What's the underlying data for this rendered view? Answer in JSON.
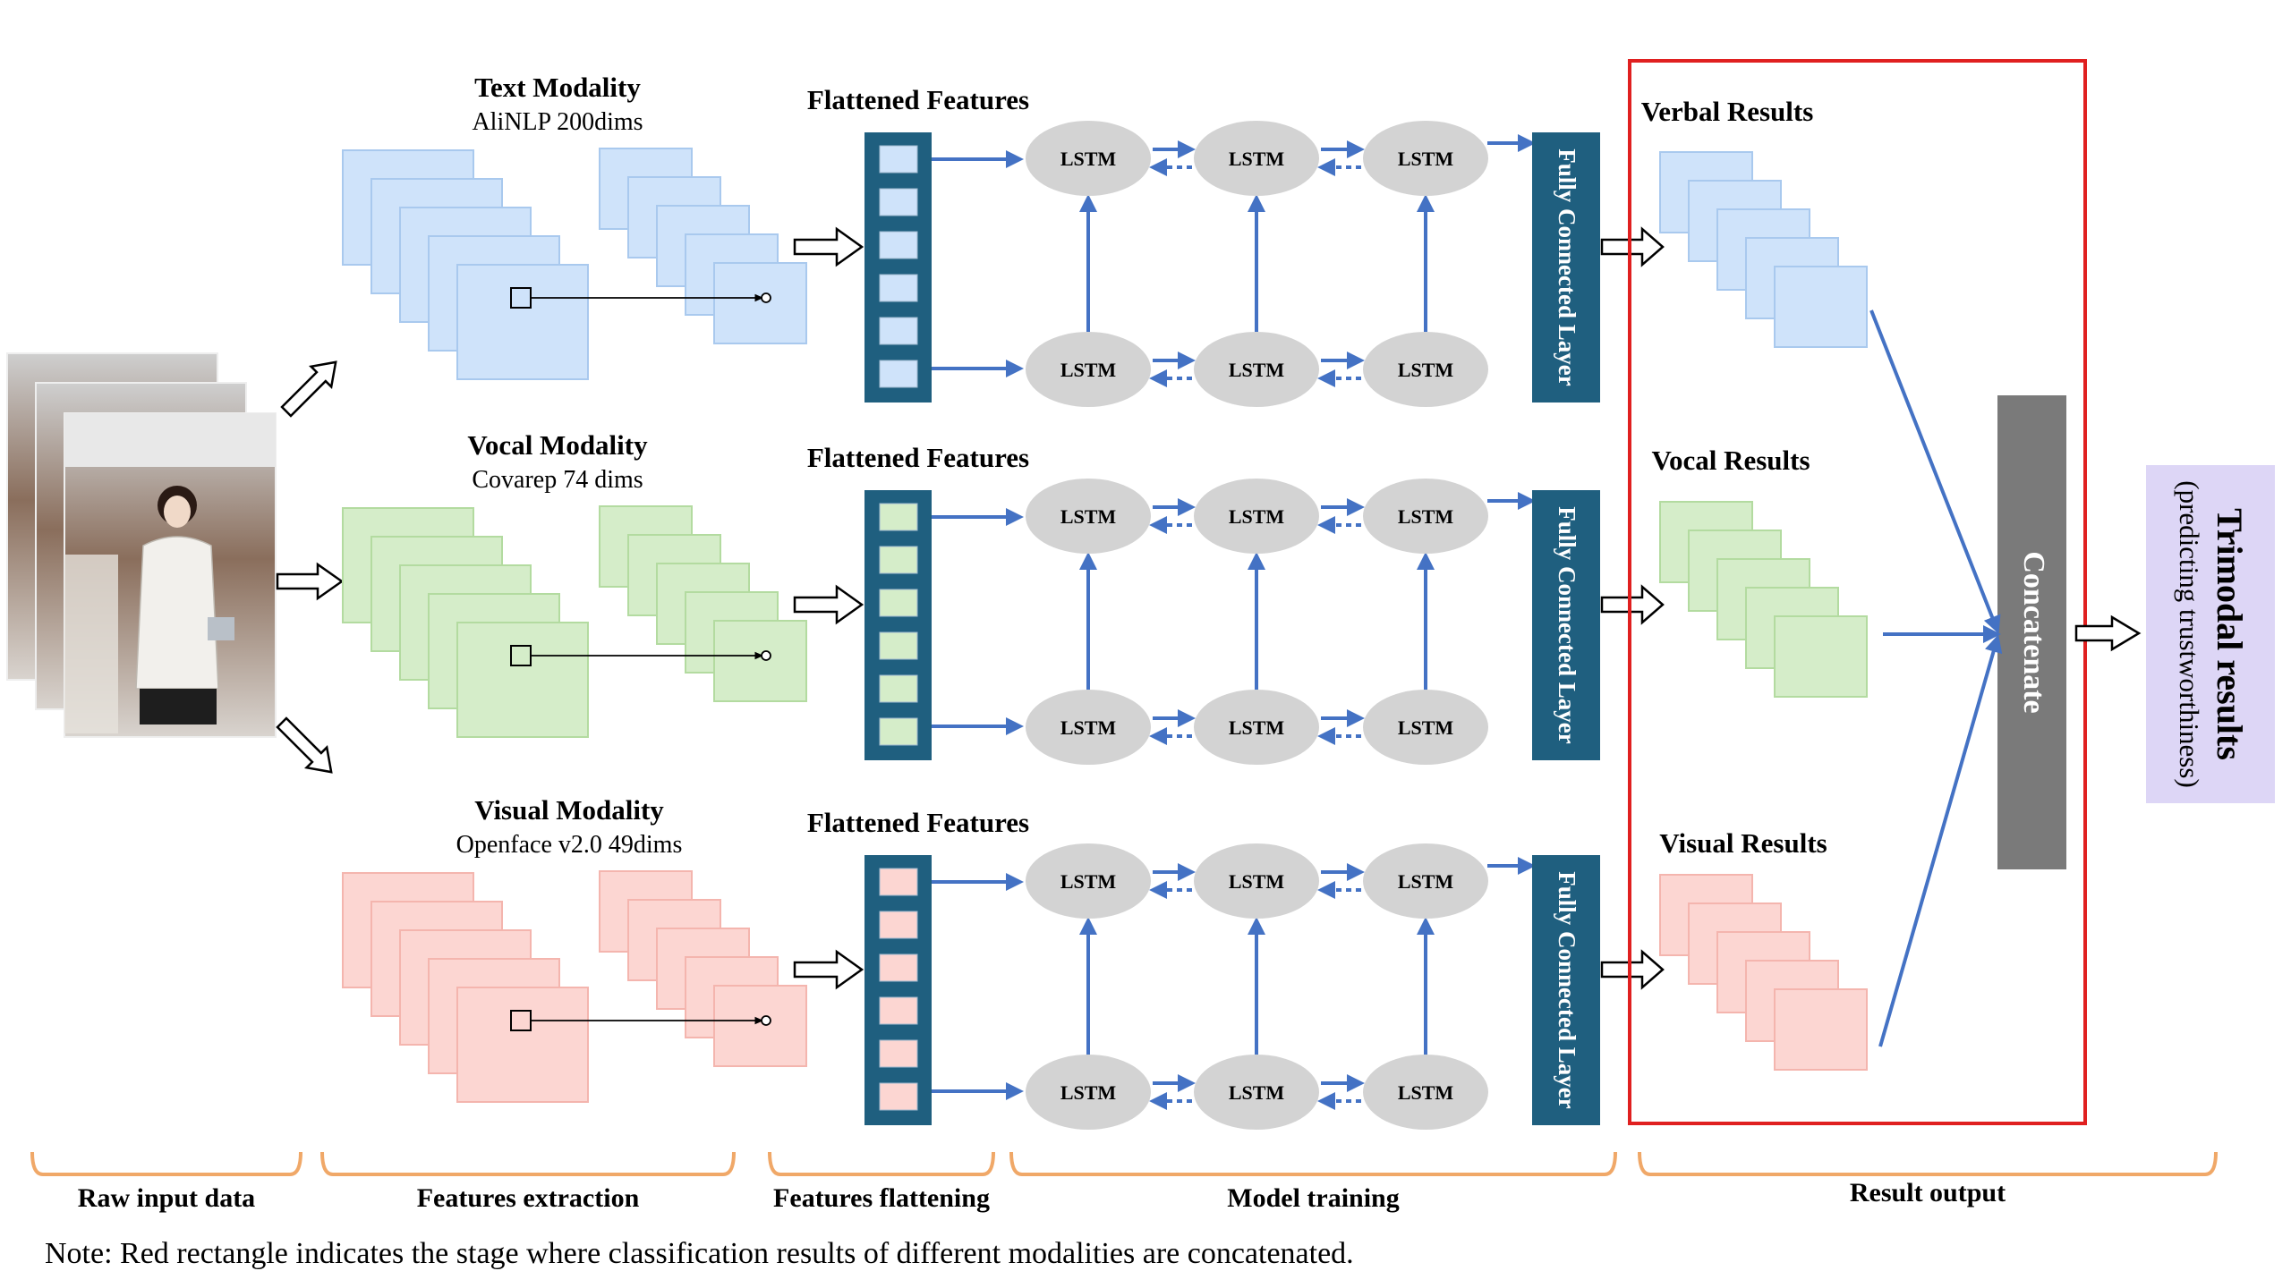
{
  "modalities": [
    {
      "title": "Text Modality",
      "subtitle": "AliNLP 200dims",
      "flattened_title": "Flattened Features",
      "fc_label": "Fully Connected Layer",
      "result_title": "Verbal Results",
      "colors": {
        "fill": "#cfe3fa",
        "stroke": "#a9c9ee"
      }
    },
    {
      "title": "Vocal Modality",
      "subtitle": "Covarep 74 dims",
      "flattened_title": "Flattened Features",
      "fc_label": "Fully Connected Layer",
      "result_title": "Vocal Results",
      "colors": {
        "fill": "#d5edc9",
        "stroke": "#b3dba0"
      }
    },
    {
      "title": "Visual Modality",
      "subtitle": "Openface v2.0 49dims",
      "flattened_title": "Flattened Features",
      "fc_label": "Fully Connected Layer",
      "result_title": "Visual Results",
      "colors": {
        "fill": "#fcd6d2",
        "stroke": "#f4b5ae"
      }
    }
  ],
  "lstm_label": "LSTM",
  "concatenate_label": "Concatenate",
  "final_output": {
    "title": "Trimodal results",
    "subtitle": "(predicting trustworthiness)"
  },
  "stages": [
    "Raw input data",
    "Features extraction",
    "Features flattening",
    "Model training",
    "Result output"
  ],
  "note": "Note: Red rectangle indicates the stage where classification results of different modalities are concatenated.",
  "colors": {
    "arrow_blue": "#4472c4",
    "flatten_box": "#1f5f7f",
    "flatten_cell": "#cfe0f3",
    "fc_layer": "#1f5f7f",
    "lstm": "#d3d3d3",
    "concat": "#7a7a7a",
    "red_box": "#e02020",
    "brace": "#f0a868",
    "final_bg": "#ddd6f6"
  }
}
